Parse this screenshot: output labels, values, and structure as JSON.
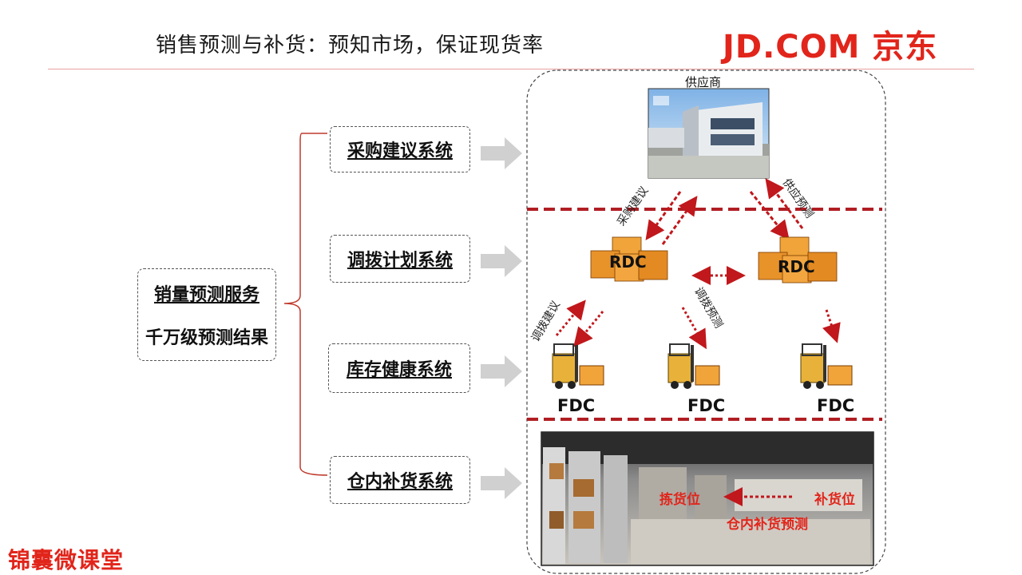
{
  "header": {
    "title": "销售预测与补货：预知市场，保证现货率",
    "logo_text": "JD.COM 京东"
  },
  "main_box": {
    "title": "销量预测服务",
    "subtitle": "千万级预测结果"
  },
  "systems": [
    {
      "label": "采购建议系统"
    },
    {
      "label": "调拨计划系统"
    },
    {
      "label": "库存健康系统"
    },
    {
      "label": "仓内补货系统"
    }
  ],
  "supplier": {
    "label": "供应商"
  },
  "arrows": {
    "purchase_advice": "采购建议",
    "supply_forecast": "供应预测",
    "transfer_advice": "调拨建议",
    "transfer_forecast": "调拨预测"
  },
  "nodes": {
    "rdc": [
      "RDC",
      "RDC"
    ],
    "fdc": [
      "FDC",
      "FDC",
      "FDC"
    ]
  },
  "warehouse": {
    "pick_slot": "拣货位",
    "reserve_slot": "补货位",
    "replenish_forecast": "仓内补货预测"
  },
  "watermark": "锦囊微课堂",
  "colors": {
    "brand_red": "#e1251b",
    "dark_red": "#b31b1b"
  }
}
